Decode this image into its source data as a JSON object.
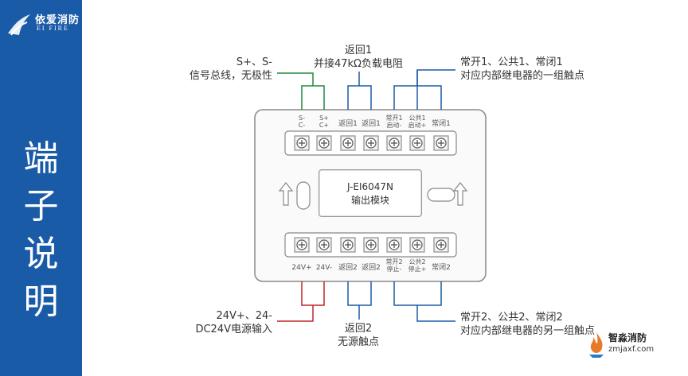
{
  "brand": {
    "name": "依爱消防",
    "sub": "EI FIRE",
    "primary_color": "#1a5ba8"
  },
  "sidebar_title_chars": [
    "端",
    "子",
    "说",
    "明"
  ],
  "module": {
    "line1": "J-EI6047N",
    "line2": "输出模块"
  },
  "top_terminals": [
    {
      "line1": "S-",
      "line2": "C-",
      "tiny": true
    },
    {
      "line1": "S+",
      "line2": "C+",
      "tiny": true
    },
    {
      "line1": "返回1",
      "line2": "",
      "tiny": false
    },
    {
      "line1": "返回1",
      "line2": "",
      "tiny": false
    },
    {
      "line1": "常开1",
      "line2": "启动-",
      "tiny": true
    },
    {
      "line1": "公共1",
      "line2": "启动+",
      "tiny": true
    },
    {
      "line1": "常闭1",
      "line2": "",
      "tiny": false
    }
  ],
  "bottom_terminals": [
    {
      "line1": "24V+",
      "line2": "",
      "tiny": false
    },
    {
      "line1": "24V-",
      "line2": "",
      "tiny": false
    },
    {
      "line1": "返回2",
      "line2": "",
      "tiny": false
    },
    {
      "line1": "返回2",
      "line2": "",
      "tiny": false
    },
    {
      "line1": "常开2",
      "line2": "停止-",
      "tiny": true
    },
    {
      "line1": "公共2",
      "line2": "停止+",
      "tiny": true
    },
    {
      "line1": "常闭2",
      "line2": "",
      "tiny": false
    }
  ],
  "callouts": {
    "signal_bus": {
      "line1": "S+、S-",
      "line2": "信号总线，无极性",
      "color": "#1e8a3c"
    },
    "return1": {
      "line1": "返回1",
      "line2": "并接47kΩ负载电阻",
      "color": "#1a5ba8"
    },
    "relay1": {
      "line1": "常开1、公共1、常闭1",
      "line2": "对应内部继电器的一组触点",
      "color": "#1a5ba8"
    },
    "power": {
      "line1": "24V+、24-",
      "line2": "DC24V电源输入",
      "color": "#c0272d"
    },
    "return2": {
      "line1": "返回2",
      "line2": "无源触点",
      "color": "#1a5ba8"
    },
    "relay2": {
      "line1": "常开2、公共2、常闭2",
      "line2": "对应内部继电器的另一组触点",
      "color": "#1a5ba8"
    }
  },
  "watermark": {
    "name": "智淼消防",
    "url": "zmjaxf.com"
  }
}
